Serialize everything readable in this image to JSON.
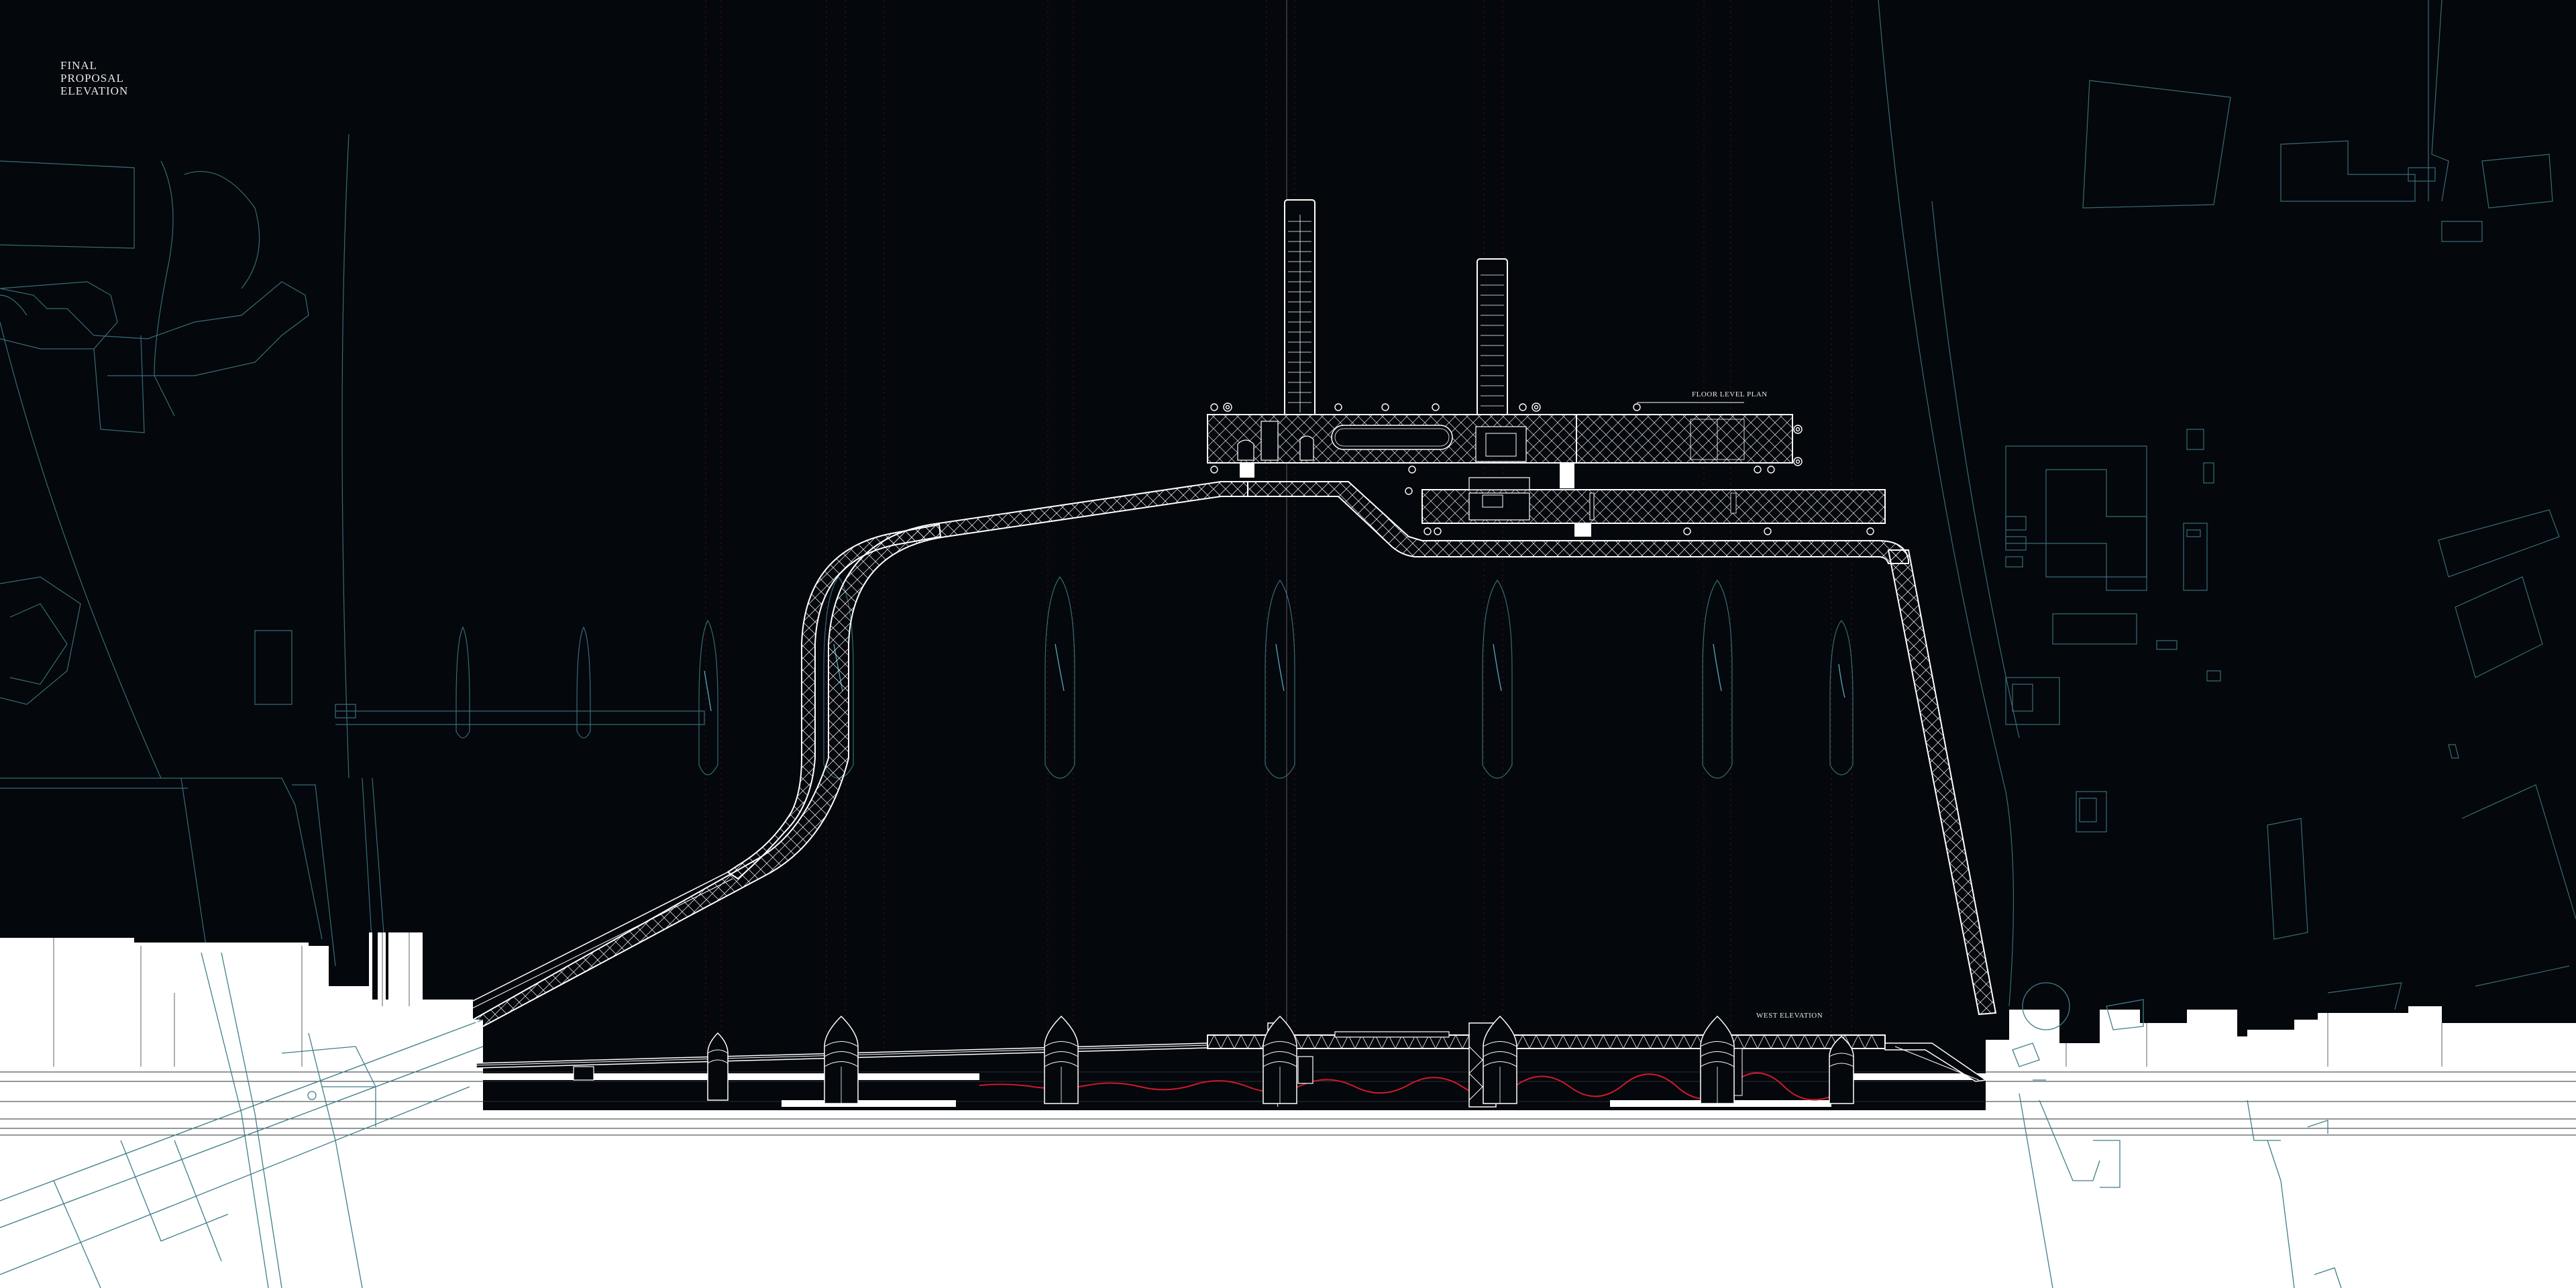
{
  "title": {
    "lines": [
      "FINAL",
      "PROPOSAL",
      "ELEVATION"
    ]
  },
  "labels": {
    "floor_plan": "FLOOR LEVEL PLAN",
    "west_elevation": "WEST ELEVATION"
  },
  "colors": {
    "background": "#04070c",
    "context_lines": "#3f7f8a",
    "structure": "#ffffff",
    "water_line": "#d0182c",
    "grid_lines": "#5a1620"
  }
}
